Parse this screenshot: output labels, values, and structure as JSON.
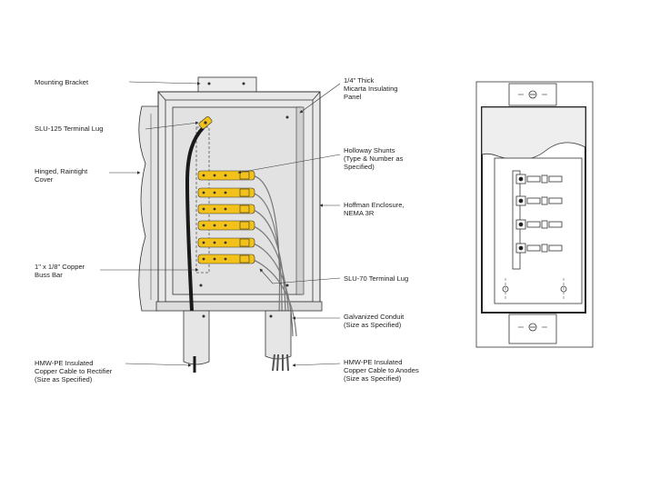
{
  "labels": {
    "mounting_bracket": "Mounting Bracket",
    "slu125": "SLU-125 Terminal Lug",
    "hinged_cover": "Hinged, Raintight\nCover",
    "buss_bar": "1\" x 1/8\" Copper\nBuss Bar",
    "cable_rectifier": "HMW-PE Insulated\nCopper Cable to Rectifier\n(Size as Specified)",
    "micarta_panel": "1/4\" Thick\nMicarta Insulating\nPanel",
    "holloway_shunts": "Holloway Shunts\n(Type & Number as\nSpecified)",
    "hoffman_enclosure": "Hoffman Enclosure,\nNEMA 3R",
    "slu70": "SLU-70 Terminal Lug",
    "galvanized_conduit": "Galvanized Conduit\n(Size as Specified)",
    "cable_anodes": "HMW-PE Insulated\nCopper Cable to Anodes\n(Size as Specified)"
  },
  "colors": {
    "lug_yellow": "#f2c21b",
    "enclosure_gray": "#e6e6e6",
    "panel_gray": "#dcdcdc",
    "line": "#333333"
  }
}
